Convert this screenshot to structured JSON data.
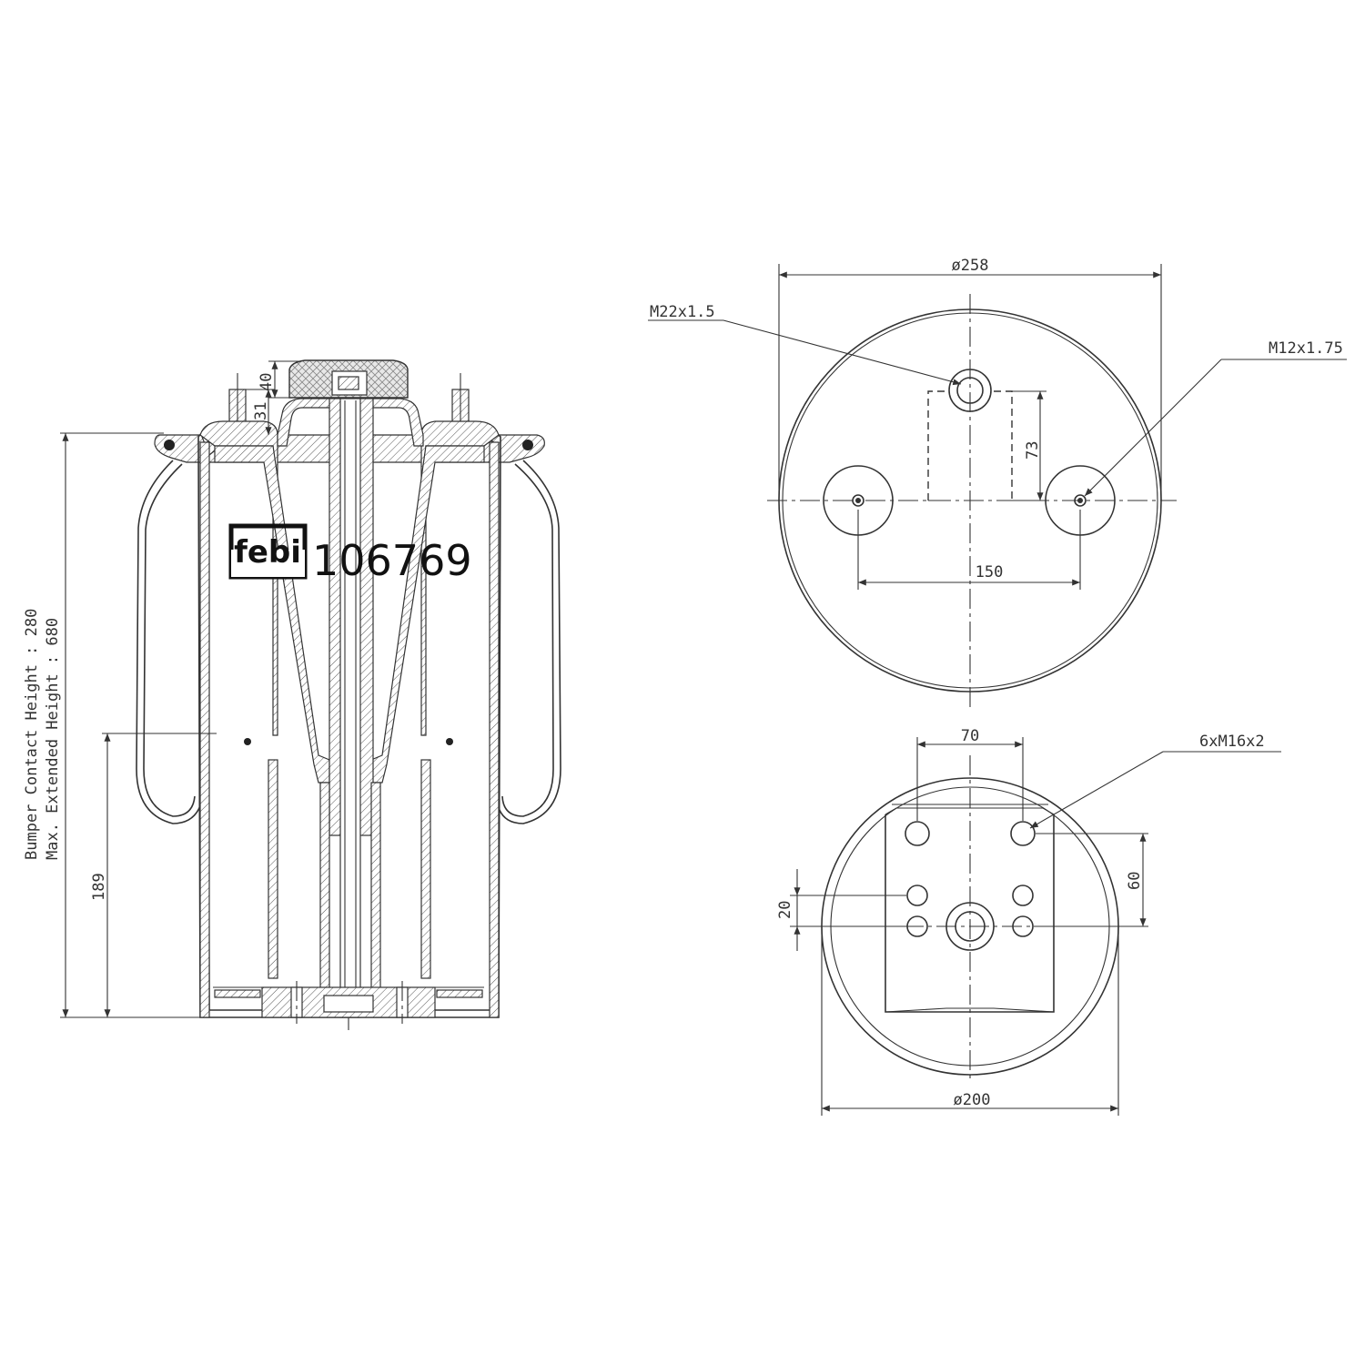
{
  "brand": {
    "logo": "febi",
    "part_number": "106769"
  },
  "side_view": {
    "bumper_contact_height": "Bumper Contact Height : 280",
    "max_extended_height": "Max. Extended Height : 680",
    "dim_stud": "31",
    "dim_bumper": "40",
    "dim_piston": "189"
  },
  "top_view": {
    "dim_diameter": "ø258",
    "thread_center": "M22x1.5",
    "thread_side": "M12x1.75",
    "dim_offset": "73",
    "dim_spacing": "150"
  },
  "bottom_view": {
    "dim_pattern_width": "70",
    "thread_holes": "6xM16x2",
    "dim_pattern_height": "60",
    "dim_hole_pitch": "20",
    "dim_diameter": "ø200"
  },
  "colors": {
    "line": "#333333",
    "background": "#ffffff"
  }
}
